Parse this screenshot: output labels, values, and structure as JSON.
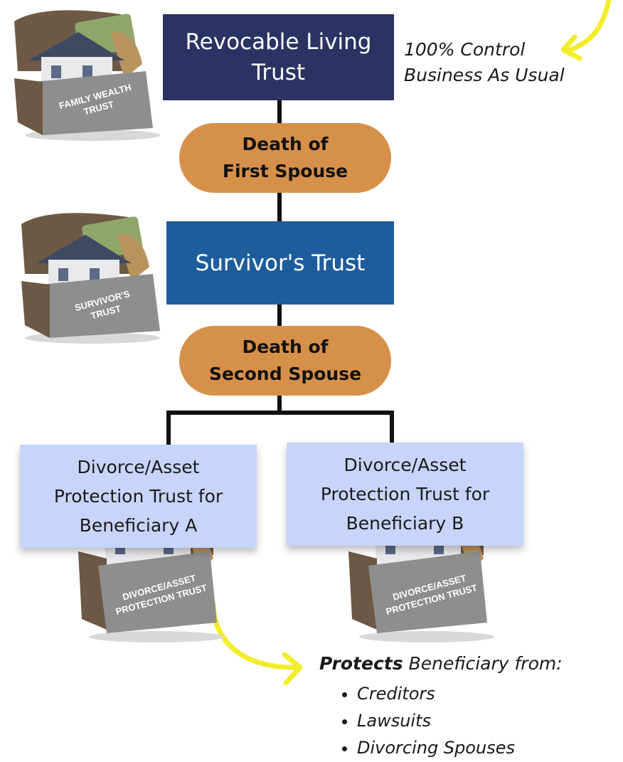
{
  "colors": {
    "navy": "#2a3361",
    "blue": "#1e5d9c",
    "orange": "#d7904a",
    "lavender": "#c9d4fb",
    "arrow_yellow": "#f5ef2e",
    "line": "#111111"
  },
  "flow": {
    "revocable_trust": {
      "line1": "Revocable Living",
      "line2": "Trust"
    },
    "death_first": {
      "line1": "Death of",
      "line2": "First Spouse"
    },
    "survivors_trust": "Survivor's Trust",
    "death_second": {
      "line1": "Death of",
      "line2": "Second Spouse"
    },
    "beneficiary_a": {
      "line1": "Divorce/Asset",
      "line2": "Protection Trust for",
      "line3": "Beneficiary A"
    },
    "beneficiary_b": {
      "line1": "Divorce/Asset",
      "line2": "Protection Trust for",
      "line3": "Beneficiary B"
    }
  },
  "note": {
    "line1": "100% Control",
    "line2": "Business As Usual"
  },
  "chests": {
    "family": {
      "line1": "FAMILY WEALTH",
      "line2": "TRUST"
    },
    "survivor": {
      "line1": "SURVIVOR'S",
      "line2": "TRUST"
    },
    "divorce_a": {
      "line1": "DIVORCE/ASSET",
      "line2": "PROTECTION TRUST"
    },
    "divorce_b": {
      "line1": "DIVORCE/ASSET",
      "line2": "PROTECTION TRUST"
    }
  },
  "protects": {
    "bold": "Protects",
    "rest": " Beneficiary from:",
    "items": [
      "Creditors",
      "Lawsuits",
      "Divorcing Spouses"
    ]
  }
}
